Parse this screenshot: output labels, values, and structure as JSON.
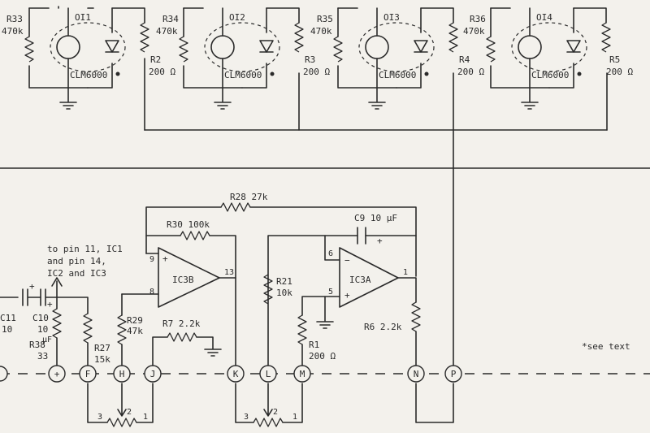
{
  "optoisolators": [
    {
      "name": "OI1",
      "r_series_name": "R33",
      "r_series_value": "470k",
      "part": "CLM6000",
      "r_shunt_name": "R2",
      "r_shunt_value": "200 Ω"
    },
    {
      "name": "OI2",
      "r_series_name": "R34",
      "r_series_value": "470k",
      "part": "CLM6000",
      "r_shunt_name": "R3",
      "r_shunt_value": "200 Ω"
    },
    {
      "name": "OI3",
      "r_series_name": "R35",
      "r_series_value": "470k",
      "part": "CLM6000",
      "r_shunt_name": "R4",
      "r_shunt_value": "200 Ω"
    },
    {
      "name": "OI4",
      "r_series_name": "R36",
      "r_series_value": "470k",
      "part": "CLM6000",
      "r_shunt_name": "R5",
      "r_shunt_value": "200 Ω"
    }
  ],
  "components": {
    "r28": "R28 27k",
    "r30": "R30 100k",
    "c9": "C9 10 μF",
    "c9_plus": "+",
    "ic3b": "IC3B",
    "ic3a": "IC3A",
    "r21_name": "R21",
    "r21_value": "10k",
    "r29_name": "R29",
    "r29_value": "47k",
    "r7": "R7 2.2k",
    "r1_name": "R1",
    "r1_value": "200 Ω",
    "r6": "R6 2.2k",
    "r27_name": "R27",
    "r27_value": "15k",
    "r38_name": "R38",
    "r38_value": "33",
    "c11_name": "C11",
    "c11_value": "10",
    "c10_name": "C10",
    "c10_value": "10",
    "cap_unit": "μF",
    "cap_plus": "+"
  },
  "pins": {
    "ic3b_in_plus": "9",
    "ic3b_in_minus": "8",
    "ic3b_out": "13",
    "ic3a_in_minus": "6",
    "ic3a_in_plus": "5",
    "ic3a_out": "1",
    "pot1_left": "3",
    "pot1_wiper": "2",
    "pot1_right": "1",
    "pot2_left": "3",
    "pot2_wiper": "2",
    "pot2_right": "1"
  },
  "notes": {
    "pin_note_1": "to pin 11, IC1",
    "pin_note_2": "and pin 14,",
    "pin_note_3": "IC2 and IC3",
    "see_text": "*see text",
    "asterisk": "*"
  },
  "connectors": [
    "+",
    "F",
    "H",
    "J",
    "K",
    "L",
    "M",
    "N",
    "P"
  ]
}
